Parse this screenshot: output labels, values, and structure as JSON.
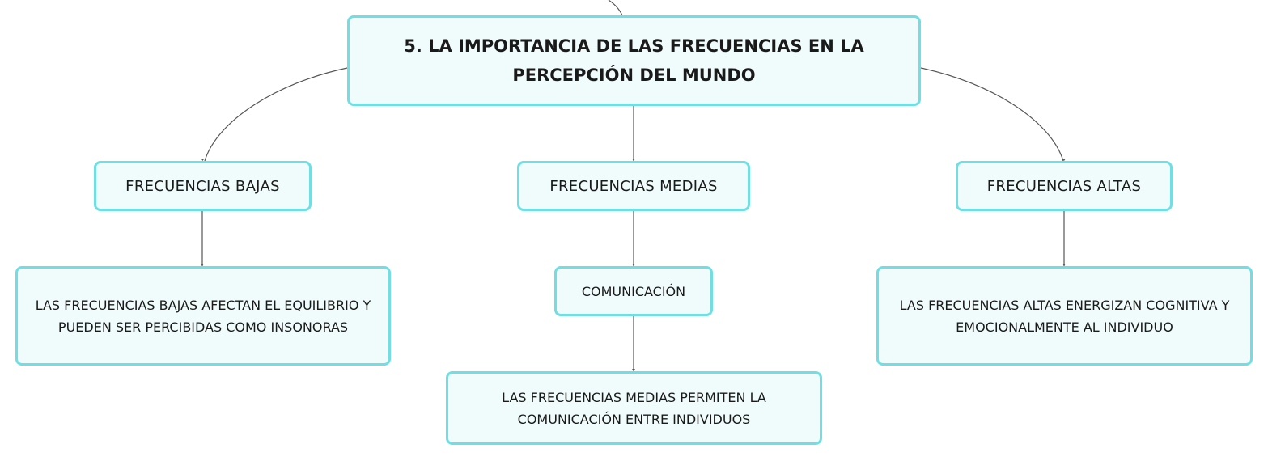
{
  "mindmap": {
    "root": "5. LA IMPORTANCIA DE LAS FRECUENCIAS EN LA PERCEPCIÓN DEL MUNDO",
    "branches": {
      "low": "FRECUENCIAS BAJAS",
      "mid": "FRECUENCIAS MEDIAS",
      "high": "FRECUENCIAS ALTAS"
    },
    "leaves": {
      "low": "LAS FRECUENCIAS BAJAS AFECTAN EL EQUILIBRIO Y PUEDEN SER PERCIBIDAS COMO INSONORAS",
      "mid_topic": "COMUNICACIÓN",
      "mid": "LAS FRECUENCIAS MEDIAS PERMITEN LA COMUNICACIÓN ENTRE INDIVIDUOS",
      "high": "LAS FRECUENCIAS ALTAS ENERGIZAN COGNITIVA Y EMOCIONALMENTE AL INDIVIDUO"
    }
  },
  "colors": {
    "node_fill": "#f0fbfb",
    "node_border": "#6fdfe3",
    "connector": "#555555",
    "text": "#1a1a1a"
  }
}
